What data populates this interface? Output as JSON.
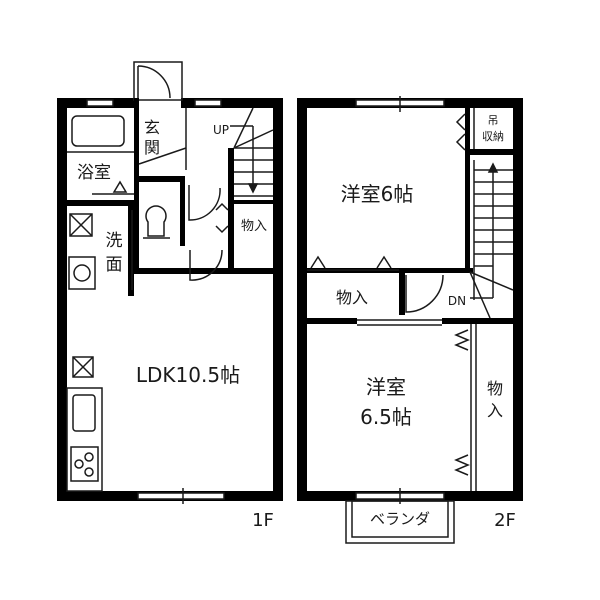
{
  "floor_plan": {
    "colors": {
      "wall": "#000000",
      "line": "#1a1a1a",
      "background": "#ffffff"
    },
    "floor_1": {
      "label": "1F",
      "rooms": {
        "bath": "浴室",
        "entrance_1": "玄",
        "entrance_2": "関",
        "wash_1": "洗",
        "wash_2": "面",
        "storage": "物入",
        "ldk": "LDK10.5帖"
      },
      "stairs_label": "UP"
    },
    "floor_2": {
      "label": "2F",
      "rooms": {
        "western_room_1": "洋室6帖",
        "hanging_storage_1": "吊",
        "hanging_storage_2": "収納",
        "storage_1": "物入",
        "western_room_2_line1": "洋室",
        "western_room_2_line2": "6.5帖",
        "storage_2_line1": "物",
        "storage_2_line2": "入",
        "balcony": "ベランダ"
      },
      "stairs_label": "DN"
    }
  }
}
